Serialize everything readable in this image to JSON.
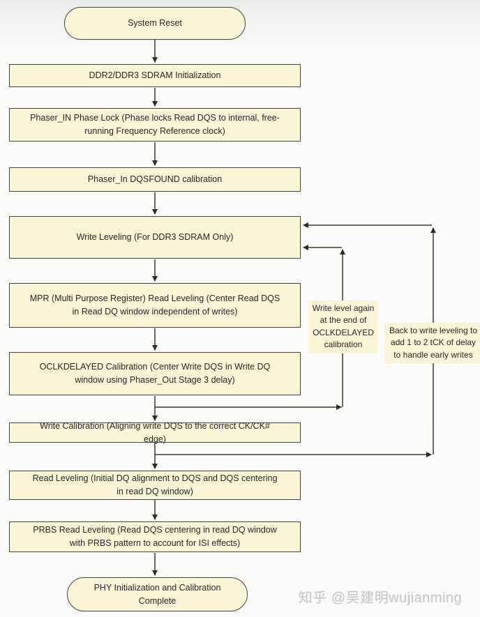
{
  "colors": {
    "node_fill": "#faf5d7",
    "node_border": "#4a4a40",
    "connector": "#35352f",
    "text": "#26262a",
    "watermark_gray": "#c6c6c6",
    "background_top": "#e9ebe9",
    "background_main": "#fcfcfa"
  },
  "nodes": [
    {
      "id": "system-reset",
      "shape": "stadium",
      "label": "System Reset"
    },
    {
      "id": "sdram-init",
      "shape": "rect",
      "label": "DDR2/DDR3 SDRAM Initialization"
    },
    {
      "id": "phaser-in-phase-lock",
      "shape": "rect",
      "label": "Phaser_IN Phase Lock (Phase locks Read DQS to internal, free-running Frequency Reference clock)"
    },
    {
      "id": "dqsfound-calibration",
      "shape": "rect",
      "label": "Phaser_In DQSFOUND calibration"
    },
    {
      "id": "write-leveling",
      "shape": "rect",
      "label": "Write Leveling (For DDR3 SDRAM Only)"
    },
    {
      "id": "mpr-read-leveling",
      "shape": "rect",
      "label": "MPR (Multi Purpose Register) Read Leveling (Center Read DQS in Read DQ window independent of writes)"
    },
    {
      "id": "oclkdelayed-calibration",
      "shape": "rect",
      "label": "OCLKDELAYED Calibration (Center Write DQS in Write DQ window using Phaser_Out Stage 3 delay)"
    },
    {
      "id": "write-calibration",
      "shape": "rect",
      "label": "Write Calibration (Aligning write DQS to the correct CK/CK# edge)"
    },
    {
      "id": "read-leveling",
      "shape": "rect",
      "label": "Read Leveling (Initial DQ alignment to DQS and DQS centering in read DQ window)"
    },
    {
      "id": "prbs-read-leveling",
      "shape": "rect",
      "label": "PRBS Read Leveling (Read DQS centering in read DQ window with PRBS pattern to account for ISI effects)"
    },
    {
      "id": "phy-complete",
      "shape": "stadium",
      "label": "PHY Initialization and Calibration Complete"
    }
  ],
  "edges": [
    {
      "from": "system-reset",
      "to": "sdram-init"
    },
    {
      "from": "sdram-init",
      "to": "phaser-in-phase-lock"
    },
    {
      "from": "phaser-in-phase-lock",
      "to": "dqsfound-calibration"
    },
    {
      "from": "dqsfound-calibration",
      "to": "write-leveling"
    },
    {
      "from": "write-leveling",
      "to": "mpr-read-leveling"
    },
    {
      "from": "mpr-read-leveling",
      "to": "oclkdelayed-calibration"
    },
    {
      "from": "oclkdelayed-calibration",
      "to": "write-calibration"
    },
    {
      "from": "write-calibration",
      "to": "read-leveling"
    },
    {
      "from": "read-leveling",
      "to": "prbs-read-leveling"
    },
    {
      "from": "prbs-read-leveling",
      "to": "phy-complete"
    },
    {
      "from": "oclkdelayed-calibration",
      "to": "write-leveling",
      "type": "feedback-inner"
    },
    {
      "from": "write-calibration",
      "to": "write-leveling",
      "type": "feedback-outer"
    }
  ],
  "annotations": [
    {
      "id": "write-level-again",
      "lines": [
        "Write level again",
        "at the end of",
        "OCLKDELAYED",
        "calibration"
      ]
    },
    {
      "id": "back-to-write-leveling",
      "lines": [
        "Back to write leveling to",
        "add 1 to 2 tCK of delay",
        "to handle early writes"
      ]
    }
  ],
  "watermark": {
    "text": "知乎 @吴建明wujianming"
  }
}
